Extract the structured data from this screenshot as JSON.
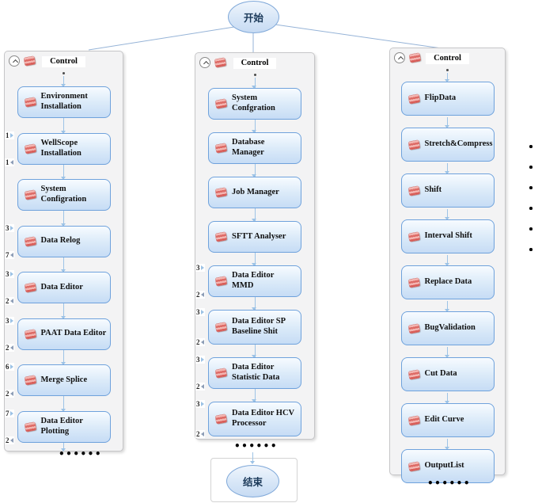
{
  "start": {
    "label": "开始"
  },
  "end": {
    "label": "结束"
  },
  "ellipsis": "••••••",
  "side_dots_count": 6,
  "colors": {
    "node_border": "#6fa2dc",
    "node_fill": "#c6dcf5",
    "arrow": "#9dc3e6",
    "connector_line": "#95b3d7",
    "stamp_icon": "#dd6b66",
    "panel_bg": "#f3f3f4"
  },
  "columns": [
    {
      "header": "Control",
      "boxes": [
        {
          "label": "Environment Installation"
        },
        {
          "label": "WellScope Installation",
          "top_num": "1",
          "bottom_num": "1"
        },
        {
          "label": "System Configration"
        },
        {
          "label": "Data Relog",
          "top_num": "3",
          "bottom_num": "7"
        },
        {
          "label": "Data Editor",
          "top_num": "3",
          "bottom_num": "2"
        },
        {
          "label": "PAAT Data Editor",
          "top_num": "3",
          "bottom_num": "2"
        },
        {
          "label": "Merge Splice",
          "top_num": "6",
          "bottom_num": "2"
        },
        {
          "label": "Data Editor Plotting",
          "top_num": "7",
          "bottom_num": "2"
        }
      ]
    },
    {
      "header": "Control",
      "boxes": [
        {
          "label": "System Confgration"
        },
        {
          "label": "Database Manager"
        },
        {
          "label": "Job Manager"
        },
        {
          "label": "SFTT Analyser"
        },
        {
          "label": "Data Editor MMD",
          "top_num": "3",
          "bottom_num": "2"
        },
        {
          "label": "Data Editor SP Baseline Shit",
          "top_num": "3",
          "bottom_num": "2"
        },
        {
          "label": "Data Editor Statistic Data",
          "top_num": "3",
          "bottom_num": "2"
        },
        {
          "label": "Data Editor HCV Processor",
          "top_num": "3",
          "bottom_num": "2"
        }
      ]
    },
    {
      "header": "Control",
      "boxes": [
        {
          "label": "FlipData"
        },
        {
          "label": "Stretch&Compress"
        },
        {
          "label": "Shift"
        },
        {
          "label": "Interval Shift"
        },
        {
          "label": "Replace Data"
        },
        {
          "label": "BugValidation"
        },
        {
          "label": "Cut Data"
        },
        {
          "label": "Edit Curve"
        },
        {
          "label": "OutputList"
        }
      ]
    }
  ]
}
